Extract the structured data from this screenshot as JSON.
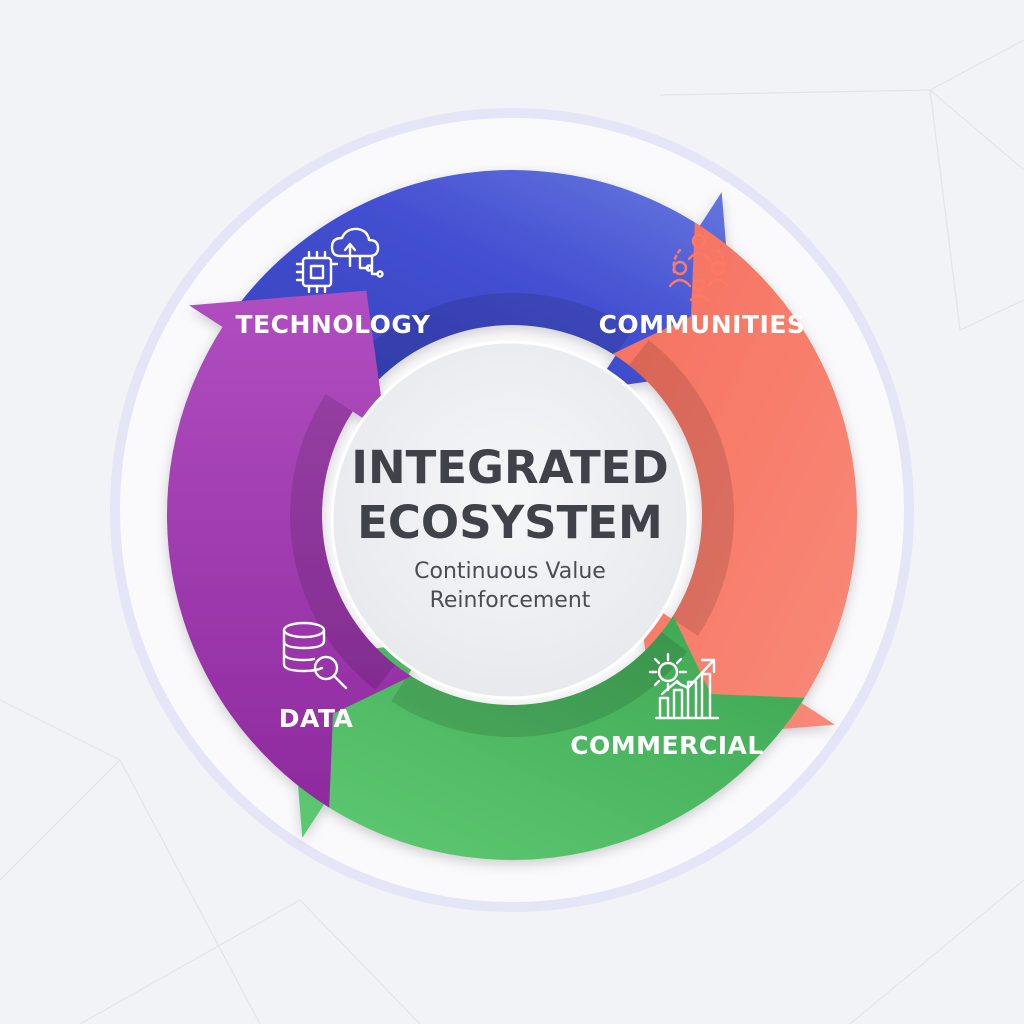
{
  "center": {
    "title_line1": "INTEGRATED",
    "title_line2": "ECOSYSTEM",
    "subtitle_line1": "Continuous Value",
    "subtitle_line2": "Reinforcement"
  },
  "segments": [
    {
      "label": "TECHNOLOGY",
      "icon": "cloud-chip-icon",
      "color": "#3d45c9"
    },
    {
      "label": "COMMUNITIES",
      "icon": "people-network-icon",
      "color": "#f66e5d"
    },
    {
      "label": "COMMERCIAL",
      "icon": "gear-growth-chart-icon",
      "color": "#43ae58"
    },
    {
      "label": "DATA",
      "icon": "database-search-icon",
      "color": "#9a33a8"
    }
  ]
}
